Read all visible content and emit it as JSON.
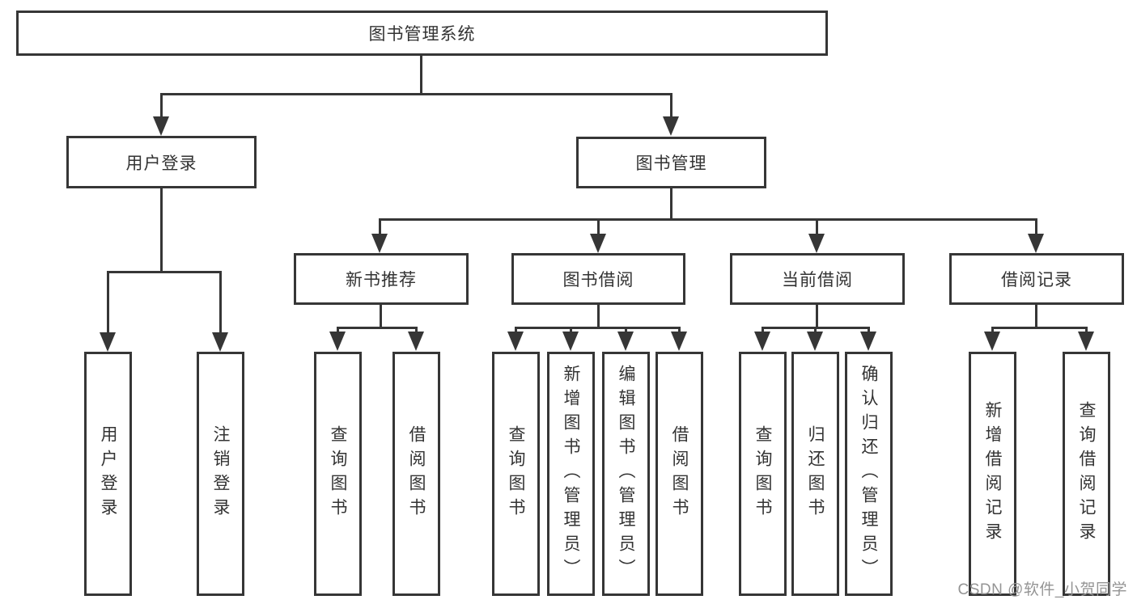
{
  "diagram": {
    "root": {
      "label": "图书管理系统"
    },
    "level2": [
      {
        "id": "user-login",
        "label": "用户登录"
      },
      {
        "id": "book-management",
        "label": "图书管理"
      }
    ],
    "level3": [
      {
        "id": "new-book-recommend",
        "label": "新书推荐",
        "parent": "图书管理"
      },
      {
        "id": "book-borrow",
        "label": "图书借阅",
        "parent": "图书管理"
      },
      {
        "id": "current-borrow",
        "label": "当前借阅",
        "parent": "图书管理"
      },
      {
        "id": "borrow-records",
        "label": "借阅记录",
        "parent": "图书管理"
      }
    ],
    "leaves": [
      {
        "label": "用户登录",
        "parent": "用户登录"
      },
      {
        "label": "注销登录",
        "parent": "用户登录"
      },
      {
        "label": "查询图书",
        "parent": "新书推荐"
      },
      {
        "label": "借阅图书",
        "parent": "新书推荐"
      },
      {
        "label": "查询图书",
        "parent": "图书借阅"
      },
      {
        "label": "新增图书（管理员）",
        "parent": "图书借阅"
      },
      {
        "label": "编辑图书（管理员）",
        "parent": "图书借阅"
      },
      {
        "label": "借阅图书",
        "parent": "图书借阅"
      },
      {
        "label": "查询图书",
        "parent": "当前借阅"
      },
      {
        "label": "归还图书",
        "parent": "当前借阅"
      },
      {
        "label": "确认归还（管理员）",
        "parent": "当前借阅"
      },
      {
        "label": "新增借阅记录",
        "parent": "借阅记录"
      },
      {
        "label": "查询借阅记录",
        "parent": "借阅记录"
      }
    ]
  },
  "watermark": {
    "text": "CSDN @软件_小贺同学"
  },
  "colors": {
    "line": "#363636",
    "text": "#333333",
    "background": "#ffffff",
    "watermark": "#949494"
  }
}
